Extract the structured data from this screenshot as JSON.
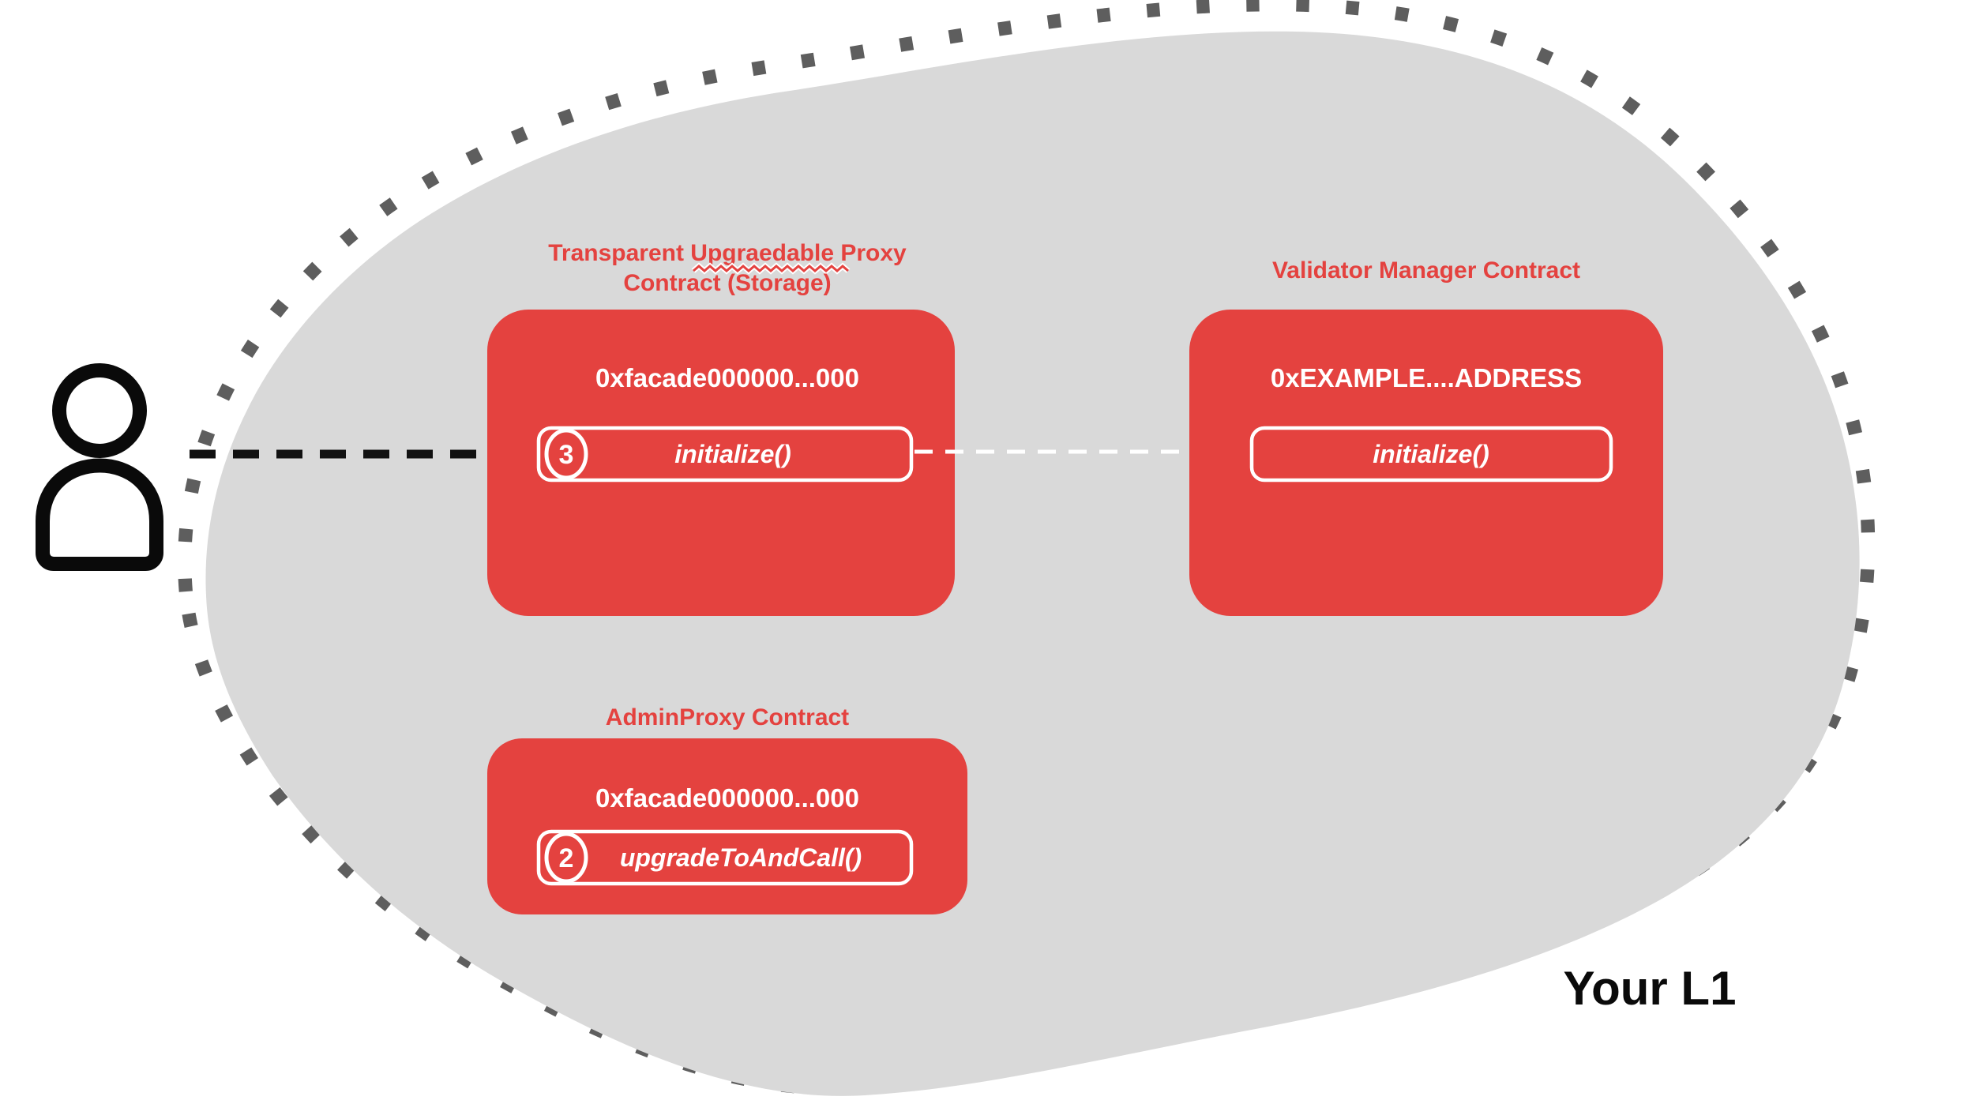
{
  "region": {
    "label": "Your L1",
    "fill_color": "#d9d9d9",
    "dot_color": "#5e5e5e"
  },
  "actor": {
    "icon": "person-icon",
    "color": "#0a0a0a"
  },
  "colors": {
    "contract_red": "#e4423f",
    "text_white": "#ffffff",
    "arrow_black": "#111111"
  },
  "contracts": {
    "proxy": {
      "title_line1": "Transparent Upgraedable Proxy",
      "title_line2": "Contract (Storage)",
      "address": "0xfacade000000...000",
      "method_step": "3",
      "method_label": "initialize()"
    },
    "validator": {
      "title": "Validator Manager Contract",
      "address": "0xEXAMPLE....ADDRESS",
      "method_label": "initialize()"
    },
    "admin": {
      "title": "AdminProxy  Contract",
      "address": "0xfacade000000...000",
      "method_step": "2",
      "method_label": "upgradeToAndCall()"
    }
  }
}
